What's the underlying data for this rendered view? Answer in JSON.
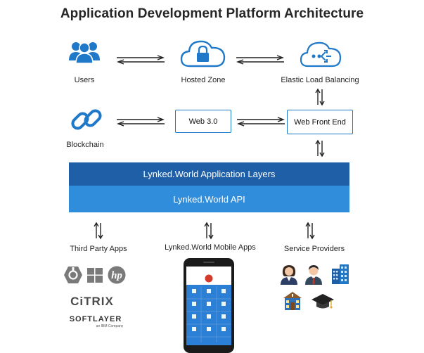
{
  "title": "Application Development Platform Architecture",
  "nodes": {
    "users": "Users",
    "hosted_zone": "Hosted Zone",
    "elb": "Elastic Load Balancing",
    "blockchain": "Blockchain",
    "web3": "Web 3.0",
    "web_front_end": "Web Front End"
  },
  "layers": {
    "app_layers": "Lynked.World Application Layers",
    "api": "Lynked.World API"
  },
  "bottom": {
    "third_party": "Third Party Apps",
    "mobile": "Lynked.World Mobile Apps",
    "service": "Service Providers"
  },
  "logos": {
    "citrix": "CiTRIX",
    "softlayer": "SOFTLAYER",
    "softlayer_sub": "an IBM Company"
  },
  "colors": {
    "accent": "#1f78c8",
    "layer_dark": "#1f5fa8",
    "layer_light": "#2f8ddb"
  }
}
